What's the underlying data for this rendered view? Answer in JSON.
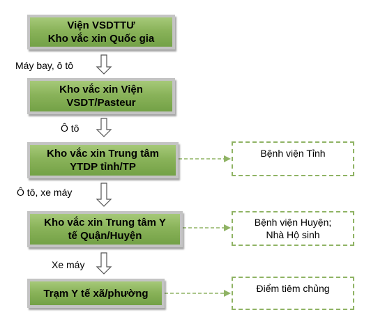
{
  "nodes": [
    {
      "id": "vien-vsdttu",
      "lines": [
        "Viện VSDTTƯ",
        "Kho vắc xin Quốc gia"
      ]
    },
    {
      "id": "kho-vien",
      "lines": [
        "Kho vắc xin Viện",
        "VSDT/Pasteur"
      ]
    },
    {
      "id": "kho-ytdp-tinh",
      "lines": [
        "Kho vắc xin Trung tâm",
        "YTDP tỉnh/TP"
      ]
    },
    {
      "id": "kho-quan-huyen",
      "lines": [
        "Kho vắc xin Trung tâm Y",
        "tế Quận/Huyện"
      ]
    },
    {
      "id": "tram-y-te",
      "lines": [
        "Trạm Y tế xã/phường"
      ]
    }
  ],
  "transport_labels": [
    "Máy bay, ô tô",
    "Ô tô",
    "Ô tô, xe máy",
    "Xe máy"
  ],
  "side_nodes": [
    {
      "id": "benh-vien-tinh",
      "lines": [
        "Bệnh viện Tỉnh"
      ]
    },
    {
      "id": "benh-vien-huyen",
      "lines": [
        "Bệnh viện Huyện;",
        "Nhà Hộ sinh"
      ]
    },
    {
      "id": "diem-tiem-chung",
      "lines": [
        "Điểm tiêm chủng"
      ]
    }
  ],
  "colors": {
    "node_fill": "#8ab35a",
    "node_border": "#c4c4c4",
    "dashed": "#8fb364"
  }
}
